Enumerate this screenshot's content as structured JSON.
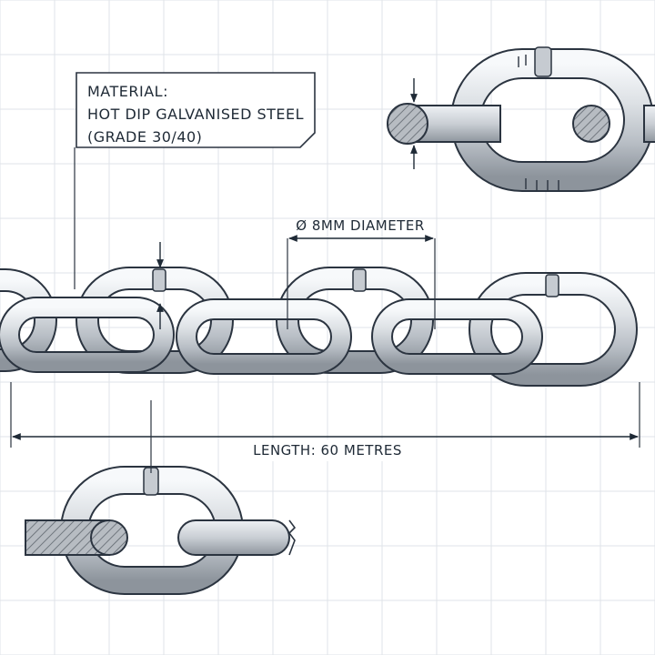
{
  "callout": {
    "line1": "MATERIAL:",
    "line2": "HOT DIP GALVANISED STEEL",
    "line3": "(GRADE 30/40)"
  },
  "dimension_diameter": "Ø 8MM DIAMETER",
  "dimension_length": "LENGTH: 60 METRES",
  "colors": {
    "steel_light": "#eef1f4",
    "steel_mid": "#c4c9cf",
    "steel_dark": "#7e858d",
    "outline": "#2b3440",
    "grid": "#d9dee4",
    "hatch": "#6e747b"
  }
}
